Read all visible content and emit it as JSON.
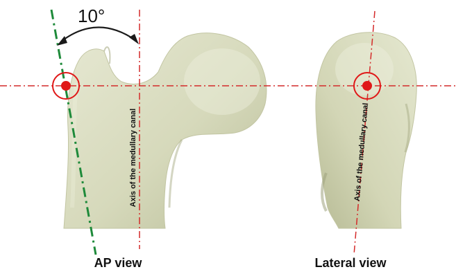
{
  "angle_label": "10°",
  "axis_label_ap": "Axis of the medullary canal",
  "axis_label_lateral": "Axis of the medullary canal",
  "caption_ap": "AP view",
  "caption_lateral": "Lateral view",
  "colors": {
    "bone_fill": "#d9dcc0",
    "bone_shadow": "#b9bd98",
    "red_axis": "#d42a2a",
    "green_axis": "#1e8a3a",
    "target_red": "#e01818",
    "arrow": "#1a1a1a",
    "text": "#111111"
  }
}
